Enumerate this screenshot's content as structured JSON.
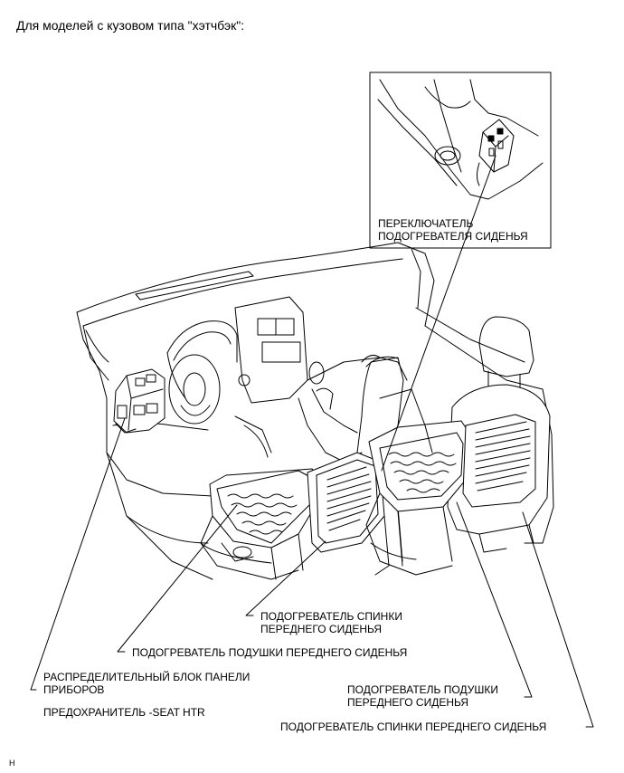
{
  "heading": "Для моделей с кузовом типа \"хэтчбэк\":",
  "callouts": {
    "seat_heater_switch": [
      "ПЕРЕКЛЮЧАТЕЛЬ",
      "ПОДОГРЕВАТЕЛЯ СИДЕНЬЯ"
    ],
    "front_seatback_heater_a": [
      "ПОДОГРЕВАТЕЛЬ СПИНКИ",
      "ПЕРЕДНЕГО СИДЕНЬЯ"
    ],
    "front_cushion_heater_a": "ПОДОГРЕВАТЕЛЬ ПОДУШКИ ПЕРЕДНЕГО СИДЕНЬЯ",
    "instrument_panel_junction_block": [
      "РАСПРЕДЕЛИТЕЛЬНЫЙ БЛОК ПАНЕЛИ",
      "ПРИБОРОВ"
    ],
    "fuse_seat_htr": "ПРЕДОХРАНИТЕЛЬ -SEAT HTR",
    "front_cushion_heater_b": [
      "ПОДОГРЕВАТЕЛЬ ПОДУШКИ",
      "ПЕРЕДНЕГО СИДЕНЬЯ"
    ],
    "front_seatback_heater_b": "ПОДОГРЕВАТЕЛЬ СПИНКИ ПЕРЕДНЕГО СИДЕНЬЯ"
  },
  "corner_mark": "H"
}
